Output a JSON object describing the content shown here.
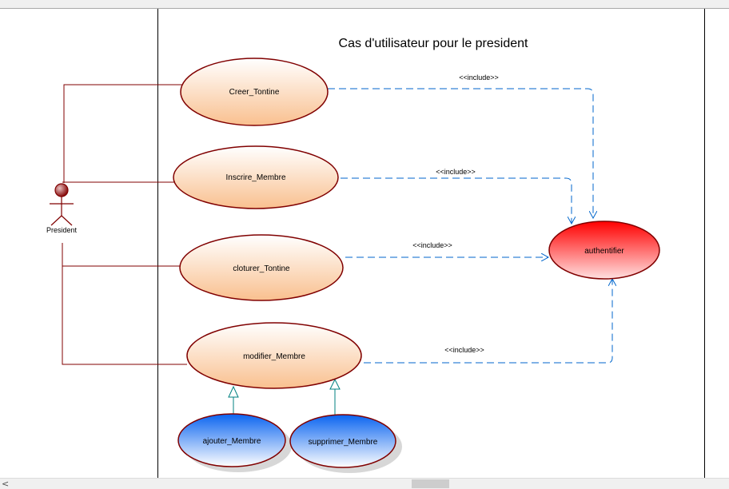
{
  "diagram": {
    "title": "Cas d'utilisateur pour le president",
    "actor": {
      "name": "President"
    },
    "use_cases": {
      "creer_tontine": "Creer_Tontine",
      "inscrire_membre": "Inscrire_Membre",
      "cloturer_tontine": "cloturer_Tontine",
      "modifier_membre": "modifier_Membre",
      "ajouter_membre": "ajouter_Membre",
      "supprimer_membre": "supprimer_Membre",
      "authentifier": "authentifier"
    },
    "include_label": "<<include>>"
  },
  "colors": {
    "actor_line": "#800000",
    "ellipse_border": "#800000",
    "orange_top": "#ffffff",
    "orange_bottom": "#f9c08f",
    "blue_top": "#0a64f0",
    "blue_bottom": "#ffffff",
    "red_top": "#ff0000",
    "red_bottom": "#ffe0e0",
    "include_arrow": "#0066cc",
    "generalization": "#008080"
  },
  "scrollbar": {
    "left_arrow": "<"
  }
}
